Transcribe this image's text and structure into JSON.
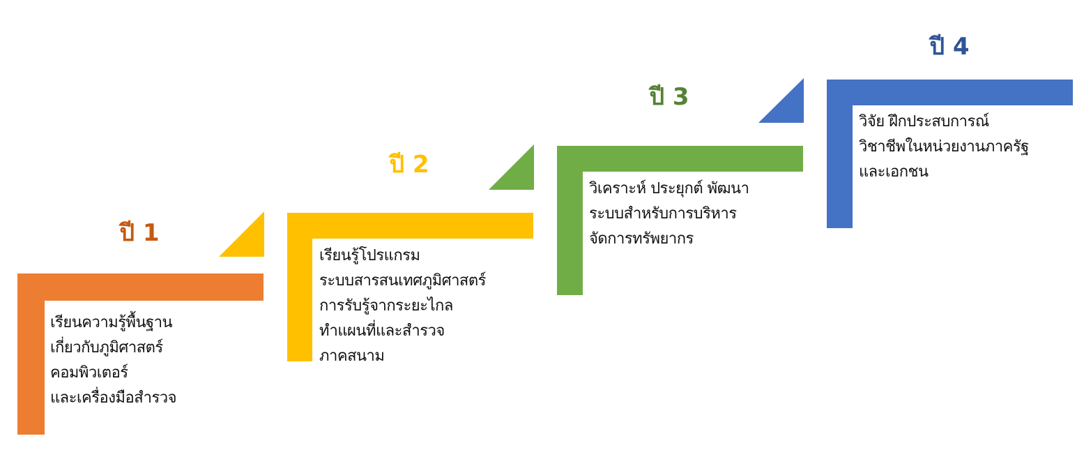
{
  "diagram": {
    "type": "staircase-timeline",
    "steps": [
      {
        "year_label": "ปี 1",
        "color": "#ED7D31",
        "label_color": "#C55A11",
        "lines": [
          "เรียนความรู้พื้นฐาน",
          "เกี่ยวกับภูมิศาสตร์",
          "คอมพิวเตอร์",
          "และเครื่องมือสำรวจ"
        ]
      },
      {
        "year_label": "ปี 2",
        "color": "#FFC000",
        "label_color": "#FFC000",
        "lines": [
          "เรียนรู้โปรแกรม",
          "ระบบสารสนเทศภูมิศาสตร์",
          "การรับรู้จากระยะไกล",
          "ทำแผนที่และสำรวจ",
          "ภาคสนาม"
        ]
      },
      {
        "year_label": "ปี 3",
        "color": "#70AD47",
        "label_color": "#548235",
        "lines": [
          "วิเคราะห์ ประยุกต์ พัฒนา",
          "ระบบสำหรับการบริหาร",
          "จัดการทรัพยากร"
        ]
      },
      {
        "year_label": "ปี 4",
        "color": "#4472C4",
        "label_color": "#2F5597",
        "lines": [
          "วิจัย ฝึกประสบการณ์",
          "วิชาชีพในหน่วยงานภาครัฐ",
          "และเอกชน"
        ]
      }
    ]
  }
}
